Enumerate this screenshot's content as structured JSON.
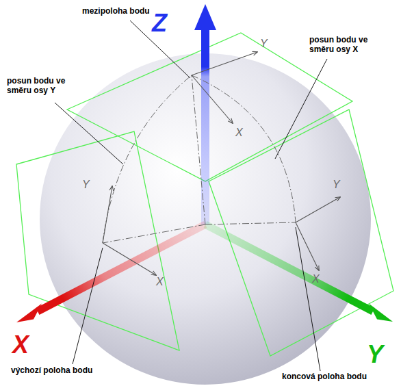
{
  "diagram": {
    "labels": [
      "mezipoloha bodu",
      "posun bodu ve směru osy Y",
      "posun bodu ve směru osy X",
      "Z",
      "Y",
      "X",
      "Y",
      "X",
      "Y",
      "X",
      "X",
      "Y",
      "výchozí poloha bodu",
      "koncová poloha bodu"
    ]
  }
}
